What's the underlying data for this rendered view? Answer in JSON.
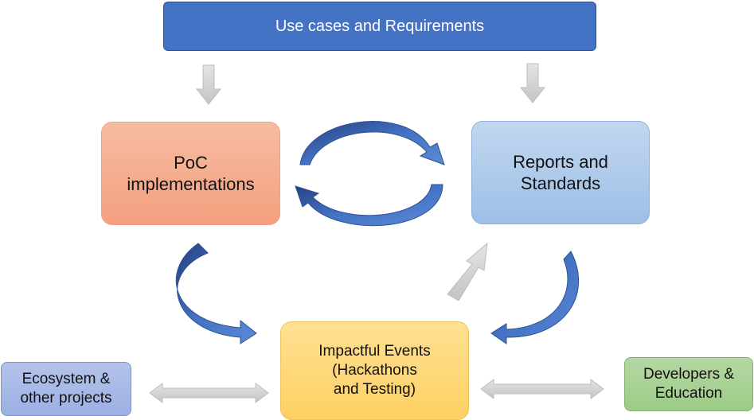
{
  "top_box": {
    "label": "Use cases and Requirements"
  },
  "poc_box": {
    "lines": [
      "PoC",
      "implementations"
    ]
  },
  "reports_box": {
    "lines": [
      "Reports and",
      "Standards"
    ]
  },
  "events_box": {
    "lines": [
      "Impactful Events",
      "(Hackathons",
      "and Testing)"
    ]
  },
  "ecosystem_box": {
    "lines": [
      "Ecosystem &",
      "other projects"
    ]
  },
  "developers_box": {
    "lines": [
      "Developers &",
      "Education"
    ]
  },
  "colors": {
    "top": "#4472c4",
    "poc": "#f4a07e",
    "reports": "#9dbfe6",
    "events": "#fdd063",
    "ecosystem": "#9cb0e3",
    "developers": "#9ccb86",
    "curved_arrow": "#4472c4",
    "straight_arrow": "#c9c9c9"
  }
}
